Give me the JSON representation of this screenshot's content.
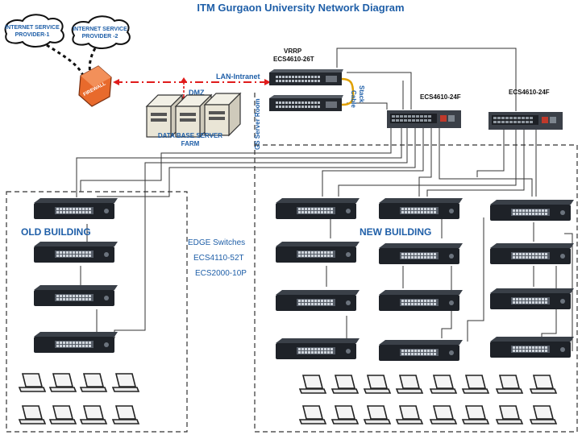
{
  "title": "ITM Gurgaon University Network Diagram",
  "isp": {
    "isp1": [
      "INTERNET SERVICE",
      "PROVIDER-1"
    ],
    "isp2": [
      "INTERNET SERVICE",
      "PROVIDER -2"
    ]
  },
  "firewall_label": "FIREWALL",
  "dmz_label": "DMZ",
  "lan_label": "LAN-Intranet",
  "server_farm": [
    "DATA BASE SERVER",
    "FARM"
  ],
  "server_room_label": "GS Server Room",
  "core": {
    "vrrp_label": "VRRP",
    "model": "ECS4610-26T",
    "stack_cable": [
      "Stack",
      "Cable"
    ]
  },
  "aggregation": [
    "ECS4610-24F",
    "ECS4610-24F"
  ],
  "old_building_label": "OLD BUILDING",
  "new_building_label": "NEW BUILDING",
  "edge": {
    "heading": "EDGE Switches",
    "models": [
      "ECS4110-52T",
      "ECS2000-10P"
    ]
  },
  "colors": {
    "title": "#1f5fa8",
    "label_blue": "#1f5fa8",
    "internet_link": "#e01b1b",
    "stack_cable": "#e0a000",
    "switch_body": "#2b2f36"
  }
}
